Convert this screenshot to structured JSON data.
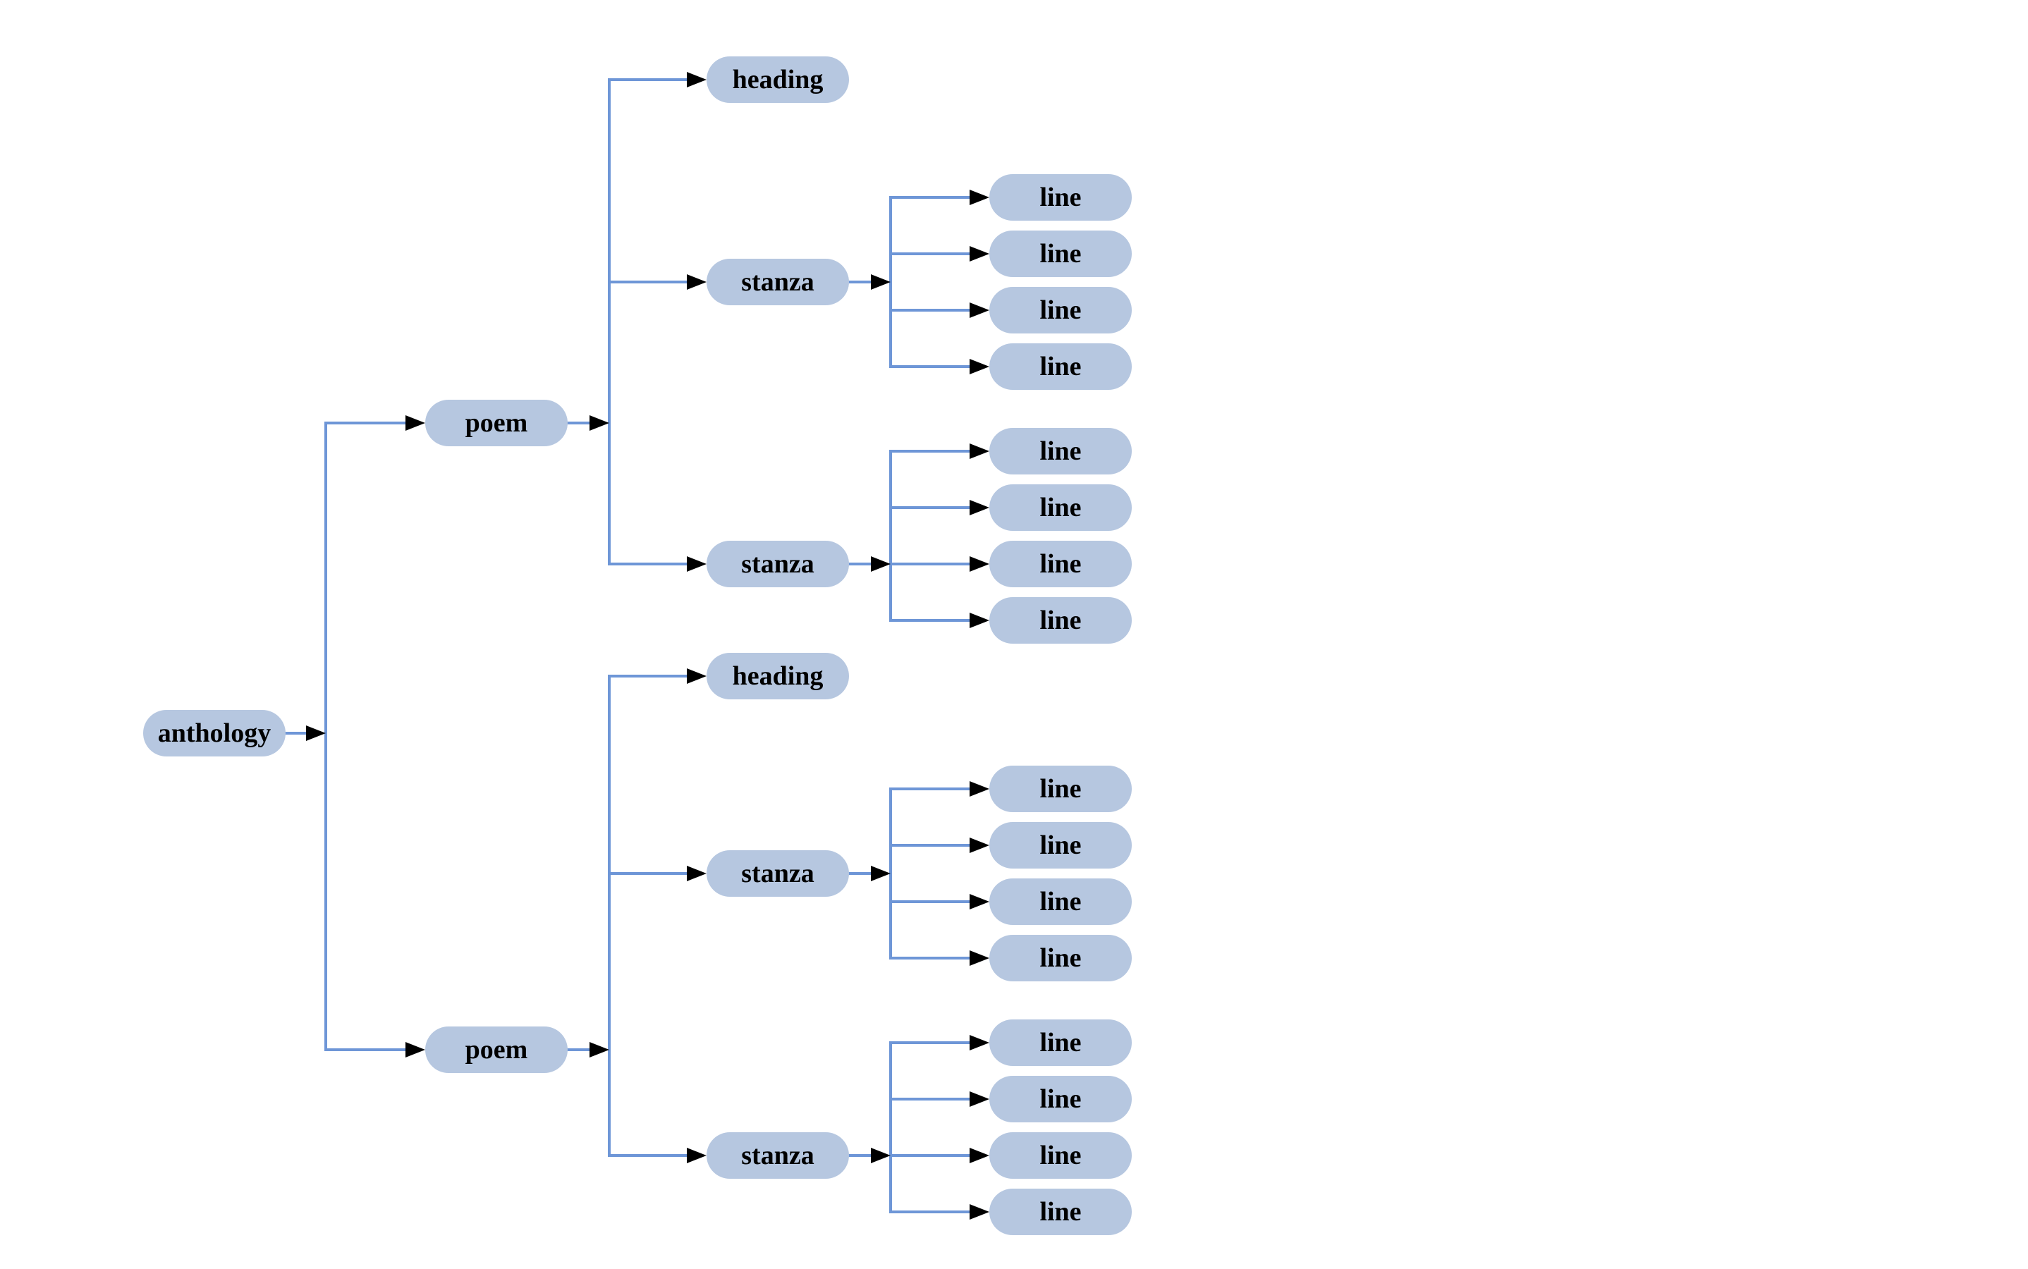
{
  "diagram": {
    "type": "tree",
    "direction": "left-to-right",
    "colors": {
      "node_fill": "#b6c7e0",
      "edge": "#6e96d7",
      "arrowhead": "#000000",
      "label": "#000000",
      "background": "#ffffff"
    },
    "tree": {
      "label": "anthology",
      "children": [
        {
          "label": "poem",
          "children": [
            {
              "label": "heading",
              "children": []
            },
            {
              "label": "stanza",
              "children": [
                {
                  "label": "line"
                },
                {
                  "label": "line"
                },
                {
                  "label": "line"
                },
                {
                  "label": "line"
                }
              ]
            },
            {
              "label": "stanza",
              "children": [
                {
                  "label": "line"
                },
                {
                  "label": "line"
                },
                {
                  "label": "line"
                },
                {
                  "label": "line"
                }
              ]
            }
          ]
        },
        {
          "label": "poem",
          "children": [
            {
              "label": "heading",
              "children": []
            },
            {
              "label": "stanza",
              "children": [
                {
                  "label": "line"
                },
                {
                  "label": "line"
                },
                {
                  "label": "line"
                },
                {
                  "label": "line"
                }
              ]
            },
            {
              "label": "stanza",
              "children": [
                {
                  "label": "line"
                },
                {
                  "label": "line"
                },
                {
                  "label": "line"
                },
                {
                  "label": "line"
                }
              ]
            }
          ]
        }
      ]
    }
  }
}
